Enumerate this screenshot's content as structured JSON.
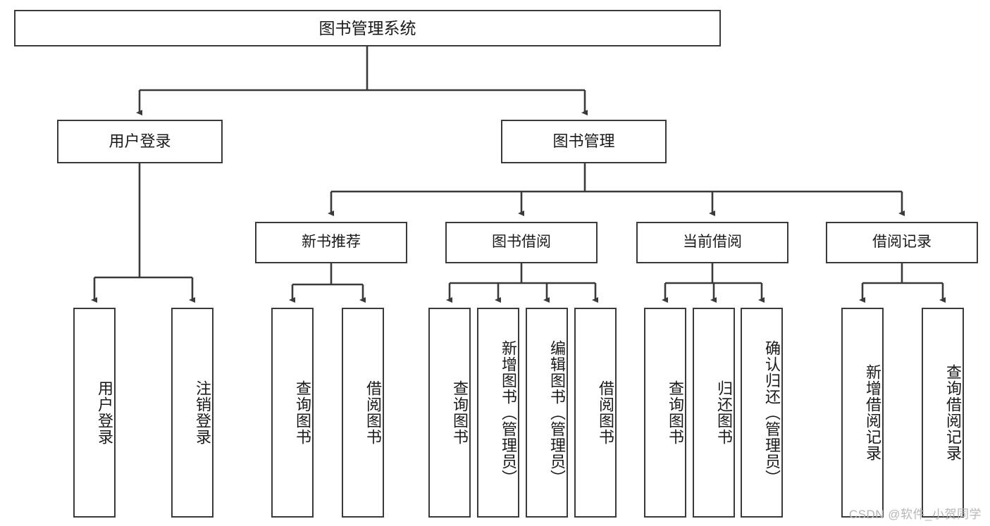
{
  "diagram": {
    "title": "图书管理系统",
    "type": "tree",
    "root": {
      "label": "图书管理系统"
    },
    "level2": [
      {
        "label": "用户登录"
      },
      {
        "label": "图书管理"
      }
    ],
    "level3": [
      {
        "label": "新书推荐"
      },
      {
        "label": "图书借阅"
      },
      {
        "label": "当前借阅"
      },
      {
        "label": "借阅记录"
      }
    ],
    "leaves": {
      "user_login": [
        {
          "label": "用户登录"
        },
        {
          "label": "注销登录"
        }
      ],
      "new_book_recommend": [
        {
          "label": "查询图书"
        },
        {
          "label": "借阅图书"
        }
      ],
      "book_borrow": [
        {
          "label": "查询图书"
        },
        {
          "label": "新增图书（管理员）"
        },
        {
          "label": "编辑图书（管理员）"
        },
        {
          "label": "借阅图书"
        }
      ],
      "current_borrow": [
        {
          "label": "查询图书"
        },
        {
          "label": "归还图书"
        },
        {
          "label": "确认归还（管理员）"
        }
      ],
      "borrow_record": [
        {
          "label": "新增借阅记录"
        },
        {
          "label": "查询借阅记录"
        }
      ]
    }
  },
  "watermark": {
    "text": "CSDN @软件_小贺同学"
  },
  "colors": {
    "stroke": "#3a3a3a",
    "text": "#1a1a1a",
    "background": "#ffffff",
    "watermark": "#b6b6b6"
  }
}
